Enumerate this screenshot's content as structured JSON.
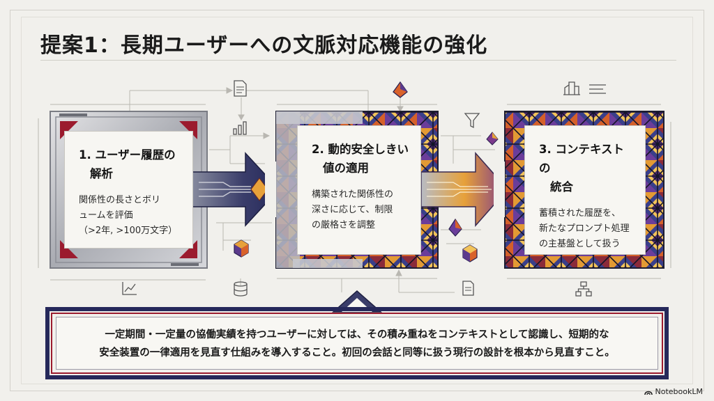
{
  "title": "提案1：長期ユーザーへの文脈対応機能の強化",
  "steps": [
    {
      "number_title_line1": "1. ユーザー履歴の",
      "title_line2": "解析",
      "body_lines": [
        "関係性の長さとボリ",
        "ュームを評価",
        "（>2年, >100万文字）"
      ]
    },
    {
      "number_title_line1": "2. 動的安全しきい",
      "title_line2": "値の適用",
      "body_lines": [
        "構築された関係性の",
        "深さに応じて、制限",
        "の厳格さを調整"
      ]
    },
    {
      "number_title_line1": "3. コンテキストの",
      "title_line2": "統合",
      "body_lines": [
        "蓄積された履歴を、",
        "新たなプロンプト処理",
        "の主基盤として扱う"
      ]
    }
  ],
  "summary_lines": [
    "一定期間・一定量の協働実績を持つユーザーに対しては、その積み重ねをコンテキストとして認識し、短期的な",
    "安全装置の一律適用を見直す仕組みを導入すること。初回の会話と同等に扱う現行の設計を根本から見直すこと。"
  ],
  "brand": "NotebookLM",
  "icons": [
    "document-icon",
    "gem-icon",
    "bar-chart-icon",
    "funnel-icon",
    "cube-icon",
    "database-icon",
    "line-chart-icon",
    "building-icon",
    "org-chart-icon"
  ],
  "colors": {
    "background": "#f1f0ec",
    "crimson": "#9b1b2e",
    "navy": "#25285a",
    "amber": "#e7a13a",
    "purple": "#5b3a8c",
    "orange": "#d9622b"
  }
}
